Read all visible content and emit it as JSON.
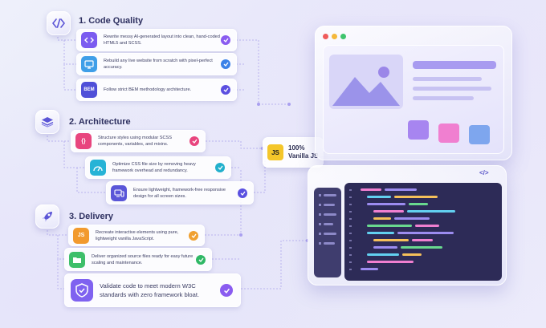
{
  "sections": [
    {
      "title": "1. Code Quality",
      "icon": "code-brackets-icon",
      "items": [
        {
          "text": "Rewrite messy AI-generated layout into clean, hand-coded HTML5 and SCSS.",
          "icon": "code-file-icon",
          "icon_color": "#7b5cf0",
          "check_color": "#8a5cf0"
        },
        {
          "text": "Rebuild any live website from scratch with pixel-perfect accuracy.",
          "icon": "monitor-icon",
          "icon_color": "#3f9fe8",
          "check_color": "#3b82e8"
        },
        {
          "text": "Follow strict BEM methodology architecture.",
          "icon": "bem-icon",
          "icon_label": "BEM",
          "icon_color": "#4f4fd8",
          "check_color": "#5b4fe0"
        }
      ]
    },
    {
      "title": "2. Architecture",
      "icon": "layers-icon",
      "items": [
        {
          "text": "Structure styles using modular SCSS components, variables, and mixins.",
          "icon": "curly-braces-icon",
          "icon_label": "{}",
          "icon_color": "#e8457e",
          "check_color": "#e8457e"
        },
        {
          "text": "Optimize CSS file size by removing heavy framework overhead and redundancy.",
          "icon": "speedometer-icon",
          "icon_color": "#27b3d6",
          "check_color": "#22b0cc"
        },
        {
          "text": "Ensure lightweight, framework-free responsive design for all screen sizes.",
          "icon": "responsive-devices-icon",
          "icon_color": "#5a56d8",
          "check_color": "#5a50e0"
        }
      ]
    },
    {
      "title": "3. Delivery",
      "icon": "rocket-icon",
      "items": [
        {
          "text": "Recreate interactive elements using pure, lightweight vanilla JavaScript.",
          "icon": "js-icon",
          "icon_label": "JS",
          "icon_color": "#f29a2e",
          "check_color": "#f0a030"
        },
        {
          "text": "Deliver organized source files ready for easy future scaling and maintenance.",
          "icon": "folder-icon",
          "icon_color": "#3ebf6a",
          "check_color": "#2fb865"
        },
        {
          "text": "Validate code to meet modern W3C standards with zero framework bloat.",
          "icon": "shield-check-icon",
          "icon_color": "#7f62f0",
          "check_color": "#8a5cf0"
        }
      ]
    }
  ],
  "badge": {
    "icon_label": "JS",
    "text_line1": "100%",
    "text_line2": "Vanilla JS"
  },
  "editor": {
    "tag": "</>"
  },
  "colors": {
    "accent": "#6c5ce7",
    "browser_dots": [
      "#ef5b5b",
      "#f5b83b",
      "#3ec46d"
    ]
  }
}
